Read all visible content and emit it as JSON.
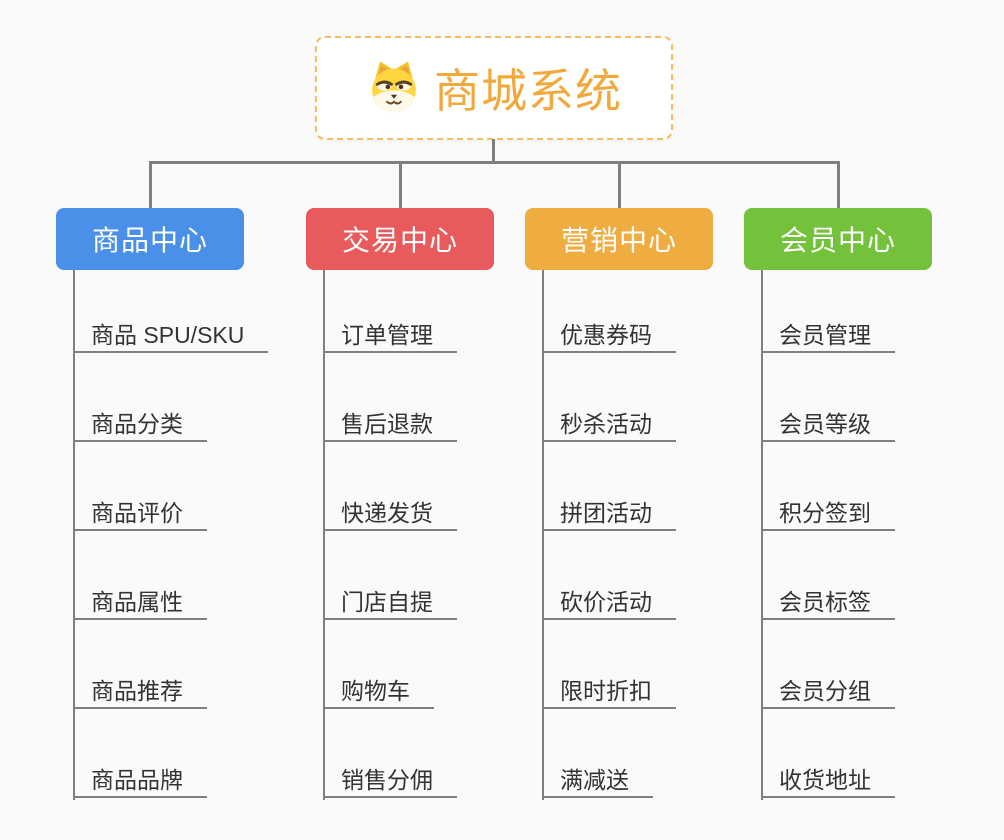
{
  "root": {
    "title": "商城系统",
    "icon": "dog-icon"
  },
  "branches": [
    {
      "label": "商品中心",
      "color": "#4A90E8",
      "items": [
        "商品 SPU/SKU",
        "商品分类",
        "商品评价",
        "商品属性",
        "商品推荐",
        "商品品牌"
      ]
    },
    {
      "label": "交易中心",
      "color": "#E85A5C",
      "items": [
        "订单管理",
        "售后退款",
        "快递发货",
        "门店自提",
        "购物车",
        "销售分佣"
      ]
    },
    {
      "label": "营销中心",
      "color": "#EFAD41",
      "items": [
        "优惠券码",
        "秒杀活动",
        "拼团活动",
        "砍价活动",
        "限时折扣",
        "满减送"
      ]
    },
    {
      "label": "会员中心",
      "color": "#74C13C",
      "items": [
        "会员管理",
        "会员等级",
        "积分签到",
        "会员标签",
        "会员分组",
        "收货地址"
      ]
    }
  ],
  "colors": {
    "background": "#FAFAFA",
    "connector": "#7F7F7F",
    "accent": "#F2A93B",
    "root-border": "#F6BD60",
    "item-text": "#333333",
    "node-text": "#FFFFFF"
  }
}
